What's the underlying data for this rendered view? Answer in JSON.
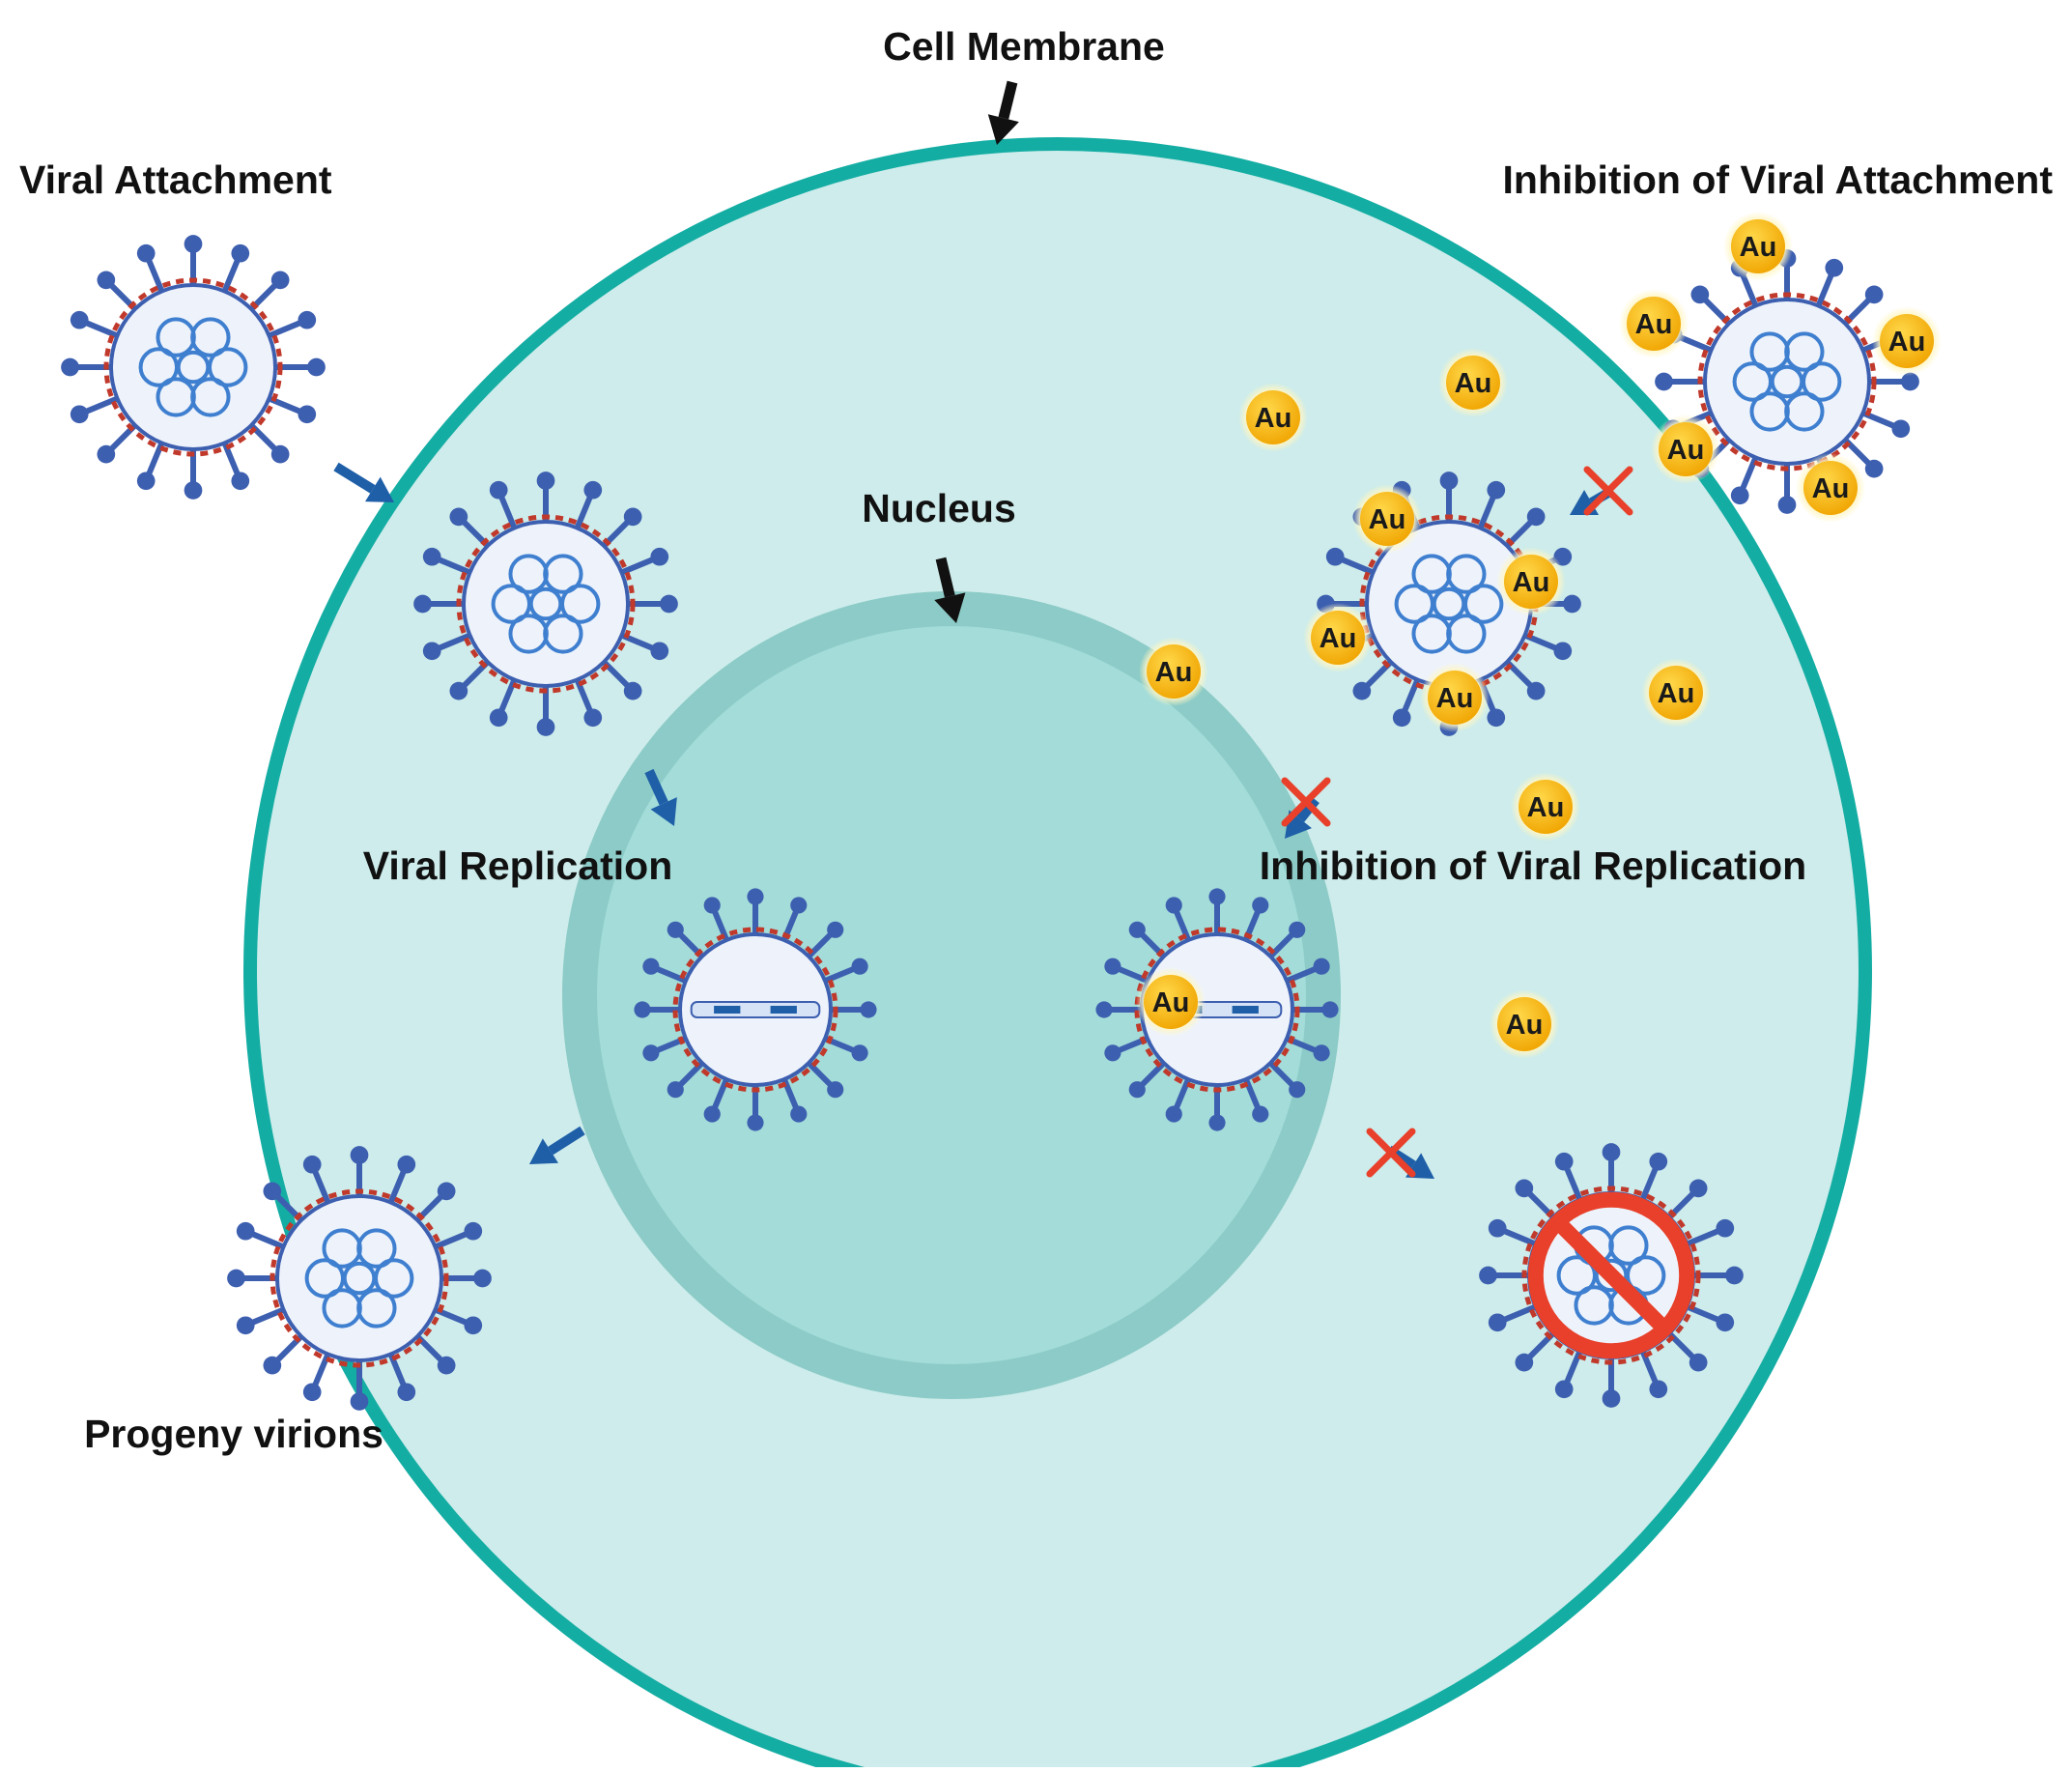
{
  "labels": {
    "cell_membrane": "Cell Membrane",
    "viral_attachment": "Viral Attachment",
    "inhibition_attachment": "Inhibition of Viral Attachment",
    "nucleus": "Nucleus",
    "viral_replication": "Viral Replication",
    "inhibition_replication": "Inhibition of Viral Replication",
    "progeny_virions": "Progeny virions"
  },
  "nanoparticle_label": "Au",
  "colors": {
    "membrane": "#14ada3",
    "cytoplasm": "#cdeceb",
    "nucleus": "#a3dcd9",
    "nuclear_envelope": "#88c9c5",
    "virus_spike": "#3d5fb0",
    "virus_envelope": "#c0392b",
    "virus_body": "#eef3fb",
    "gold": "#f6b300",
    "gold_glow": "#fff4b8",
    "arrow_blue": "#1e5fa8",
    "arrow_black": "#111111",
    "cross_red": "#e8402a"
  }
}
